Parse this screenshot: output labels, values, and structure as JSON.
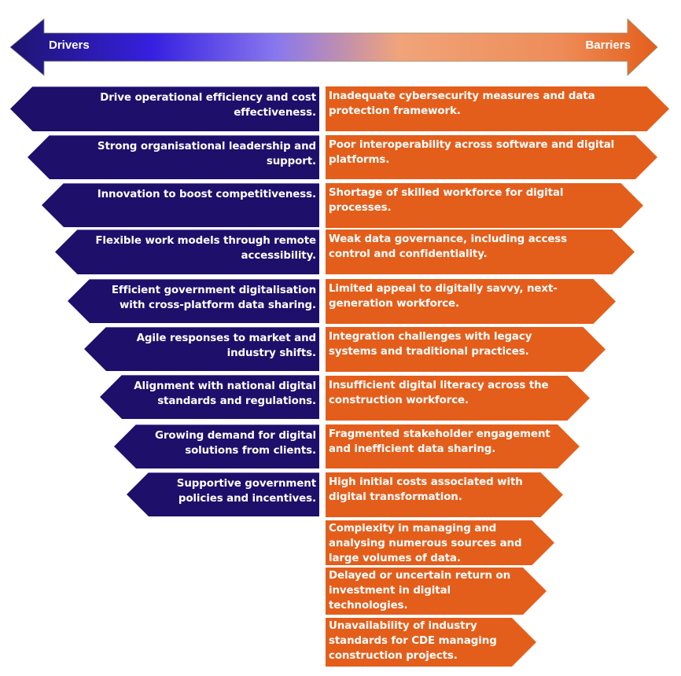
{
  "header": {
    "left_label": "Drivers",
    "right_label": "Barriers",
    "gradient_colors": [
      "#1E1470",
      "#3720E0",
      "#8877EE",
      "#F0A47A",
      "#E45E1B"
    ]
  },
  "colors": {
    "driver_fill": "#1E0F6B",
    "barrier_fill": "#E45E1B",
    "text": "#FFFFFF"
  },
  "drivers": [
    {
      "text": "Drive operational efficiency and cost effectiveness."
    },
    {
      "text": "Strong organisational leadership and support."
    },
    {
      "text": "Innovation to boost competitiveness."
    },
    {
      "text": "Flexible work models through remote accessibility."
    },
    {
      "text": "Efficient government digitalisation with cross-platform data sharing."
    },
    {
      "text": "Agile responses to market and industry shifts."
    },
    {
      "text": "Alignment with national digital standards and regulations."
    },
    {
      "text": "Growing demand for digital solutions from clients."
    },
    {
      "text": "Supportive government policies and incentives."
    }
  ],
  "barriers": [
    {
      "text": "Inadequate cybersecurity measures and data protection framework."
    },
    {
      "text": "Poor interoperability across software and digital platforms."
    },
    {
      "text": "Shortage of skilled workforce for digital processes."
    },
    {
      "text": "Weak data governance, including access control and confidentiality."
    },
    {
      "text": "Limited appeal to digitally savvy, next-generation workforce."
    },
    {
      "text": "Integration challenges with legacy systems and traditional practices."
    },
    {
      "text": "Insufficient digital literacy across the construction workforce."
    },
    {
      "text": "Fragmented stakeholder engagement and inefficient data sharing."
    },
    {
      "text": "High initial costs associated with digital transformation."
    },
    {
      "text": "Complexity in managing and analysing numerous sources and large volumes of data."
    },
    {
      "text": "Delayed or uncertain return on investment in digital technologies."
    },
    {
      "text": "Unavailability of industry standards for CDE managing construction projects."
    }
  ]
}
